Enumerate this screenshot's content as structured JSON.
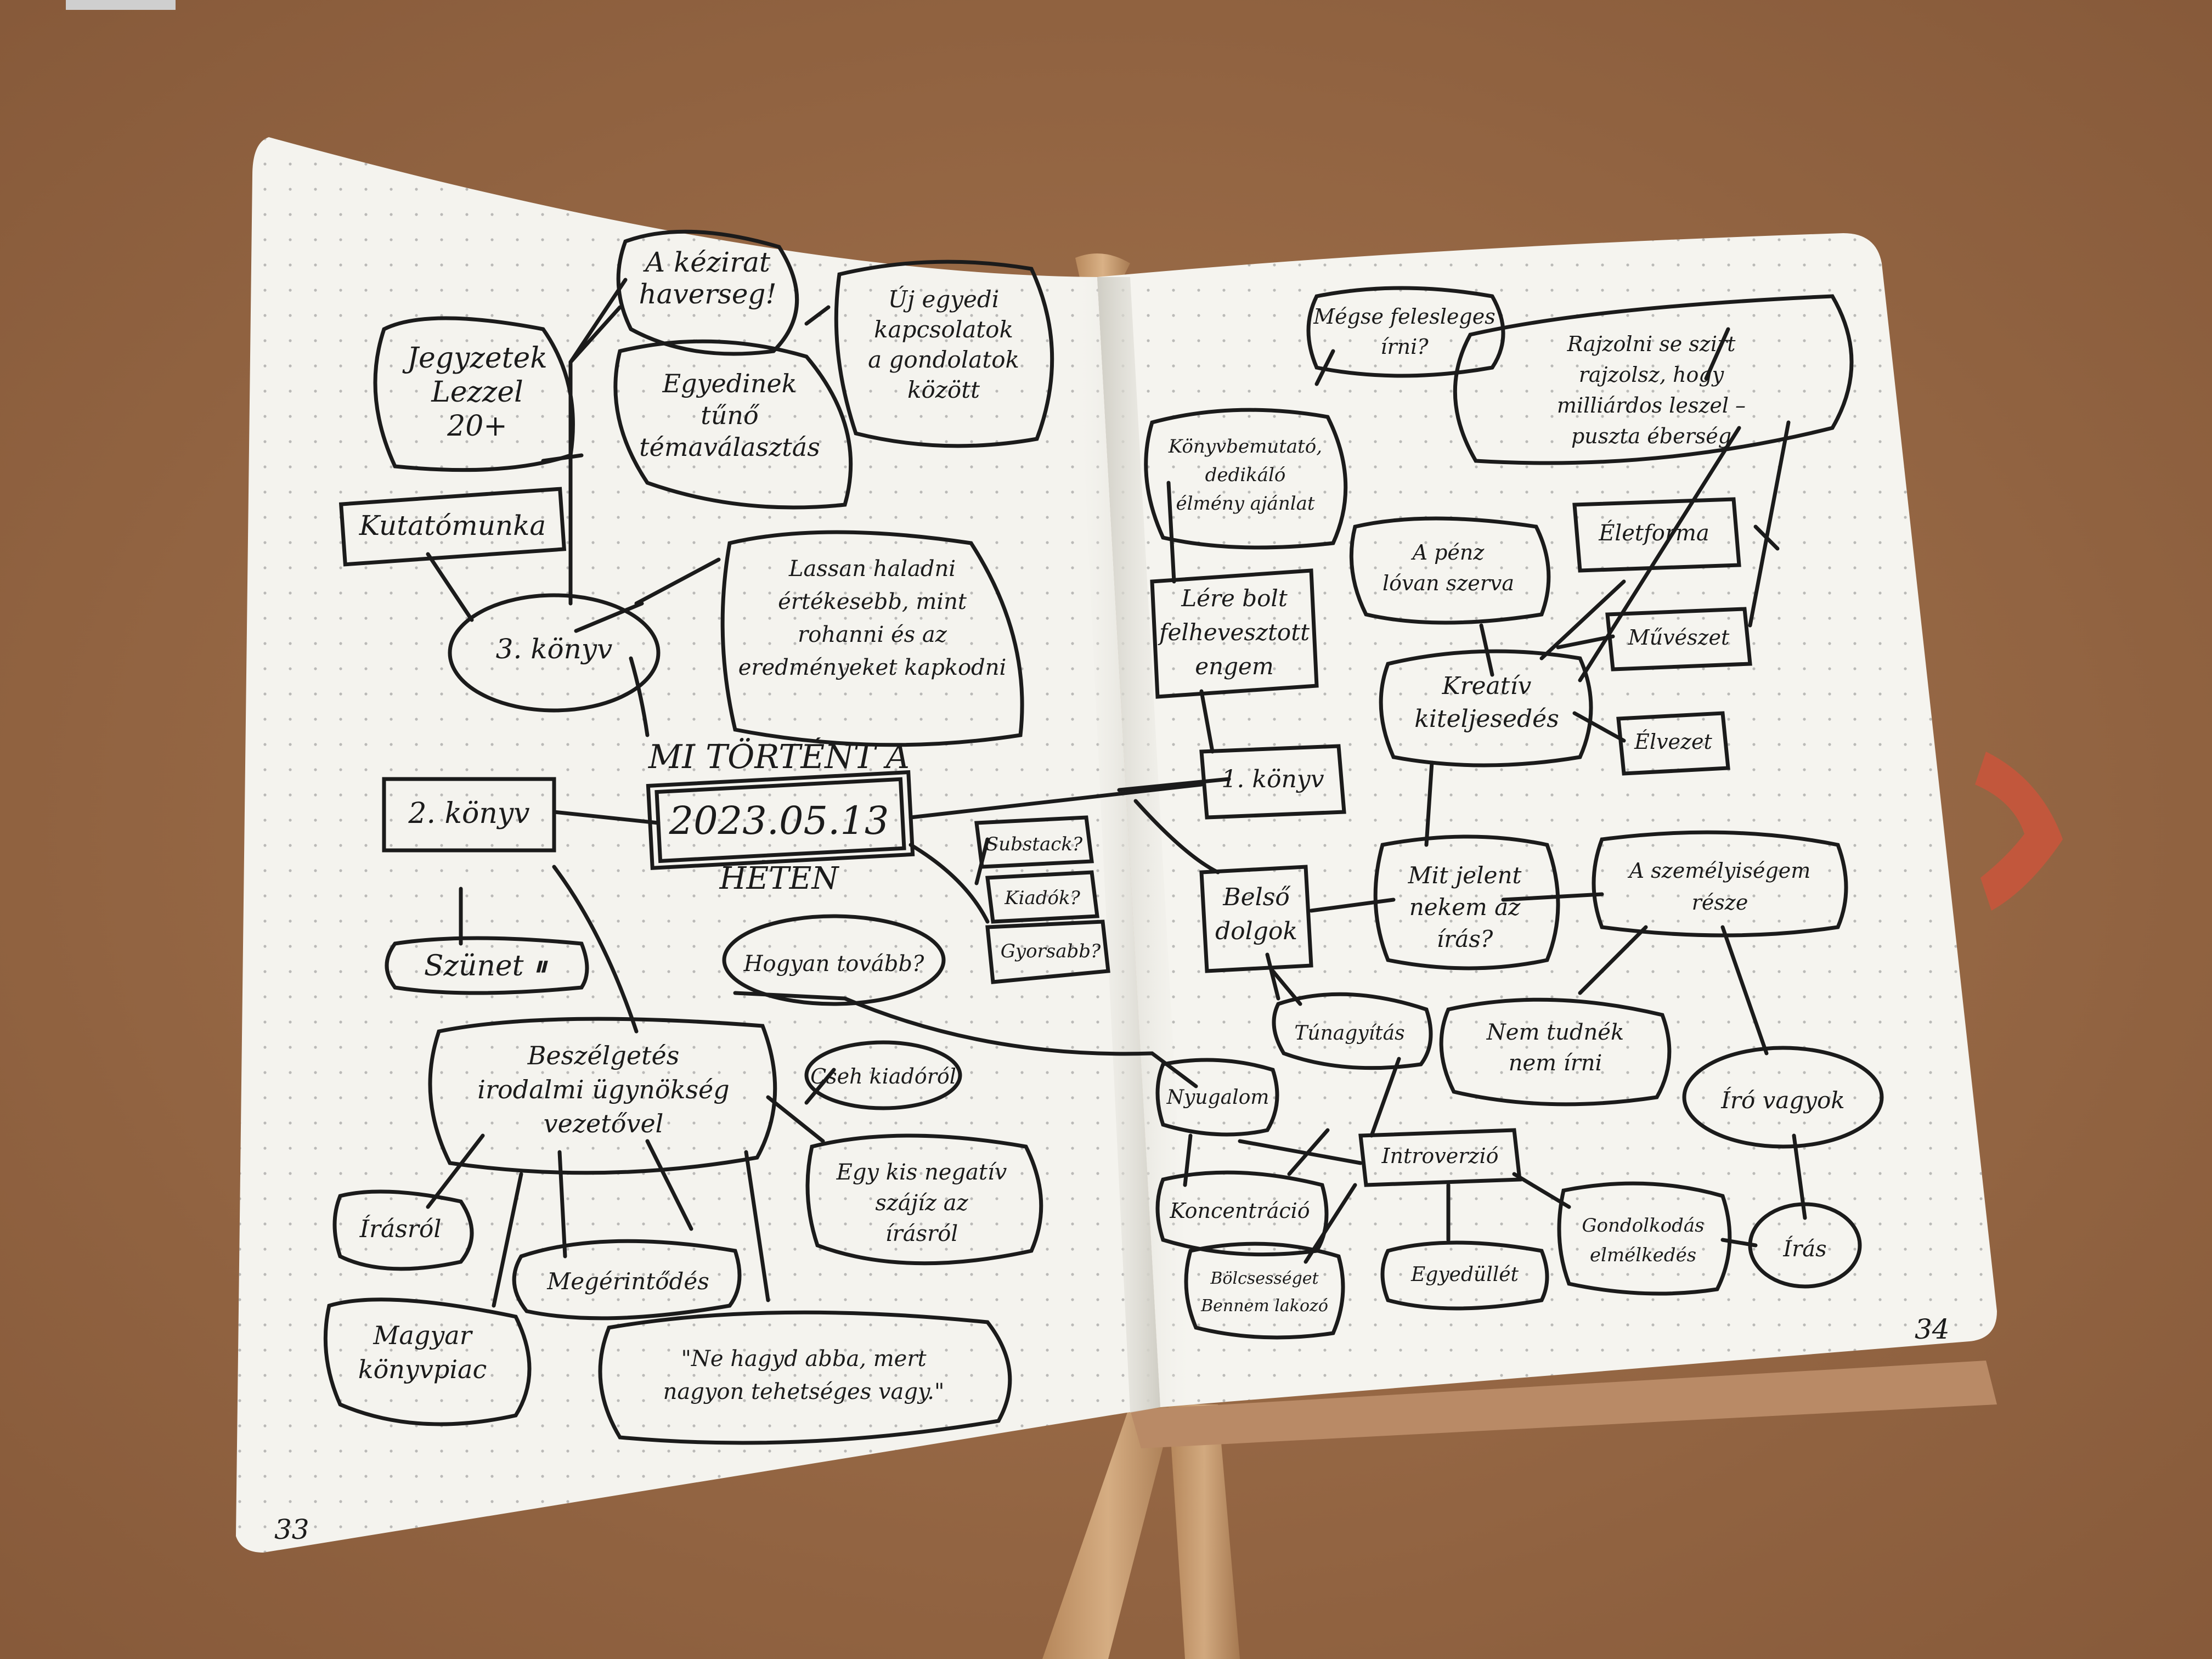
{
  "colors": {
    "cork": "#9a6a46",
    "paper": "#f4f3ee",
    "ink": "#1b1b1b",
    "ribbon_gold": "#c79a6c",
    "band_orange": "#c2573c"
  },
  "left_page": {
    "center": {
      "line1": "MI TÖRTÉNT A",
      "date": "2023.05.13",
      "line2": "HÉTEN"
    },
    "nodes": [
      {
        "id": "jegyzetek",
        "lines": [
          "Jegyzetek",
          "Lezzel",
          "20+"
        ]
      },
      {
        "id": "kutatomunka",
        "lines": [
          "Kutatómunka"
        ]
      },
      {
        "id": "harmadik-konyv",
        "lines": [
          "3. könyv"
        ]
      },
      {
        "id": "kezirat",
        "lines": [
          "A kézirat",
          "haverseg!"
        ]
      },
      {
        "id": "uj-egyedi",
        "lines": [
          "Új egyedi",
          "kapcsolatok",
          "a gondolatok",
          "között"
        ]
      },
      {
        "id": "egyedinek",
        "lines": [
          "Egyedinek",
          "tűnő",
          "témaválasztás"
        ]
      },
      {
        "id": "lassan",
        "lines": [
          "Lassan haladni",
          "értékesebb, mint",
          "rohanni és az",
          "eredményeket kapkodni"
        ]
      },
      {
        "id": "masodik-konyv",
        "lines": [
          "2. könyv"
        ]
      },
      {
        "id": "szunet",
        "lines": [
          "Szünet ⏸"
        ]
      },
      {
        "id": "substack",
        "lines": [
          "Substack?"
        ]
      },
      {
        "id": "kiado",
        "lines": [
          "Kiadók?"
        ]
      },
      {
        "id": "gyorsabb",
        "lines": [
          "Gyorsabb?"
        ]
      },
      {
        "id": "hogyan",
        "lines": [
          "Hogyan tovább?"
        ]
      },
      {
        "id": "beszelgetes",
        "lines": [
          "Beszélgetés",
          "irodalmi ügynökség",
          "vezetővel"
        ]
      },
      {
        "id": "cseh",
        "lines": [
          "Cseh kiadóról"
        ]
      },
      {
        "id": "egy-kis",
        "lines": [
          "Egy kis negatív",
          "szájíz az",
          "írásról"
        ]
      },
      {
        "id": "irasrol",
        "lines": [
          "Írásról"
        ]
      },
      {
        "id": "megerintodes",
        "lines": [
          "Megérintődés"
        ]
      },
      {
        "id": "magyar",
        "lines": [
          "Magyar",
          "könyvpiac"
        ]
      },
      {
        "id": "ne-hagyd",
        "lines": [
          "\"Ne hagyd abba, mert",
          "nagyon tehetséges vagy.\""
        ]
      }
    ],
    "page_number": "33"
  },
  "right_page": {
    "nodes": [
      {
        "id": "megse",
        "lines": [
          "Mégse felesleges",
          "írni?"
        ]
      },
      {
        "id": "rajzolni",
        "lines": [
          "Rajzolni se szirt",
          "rajzolsz, hogy",
          "milliárdos leszel –",
          "puszta éberség"
        ]
      },
      {
        "id": "konyvbemutato",
        "lines": [
          "Könyvbemutató,",
          "dedikáló",
          "élmény ajánlat"
        ]
      },
      {
        "id": "apenz",
        "lines": [
          "A pénz",
          "lóvan szerva"
        ]
      },
      {
        "id": "eletforma",
        "lines": [
          "Életforma"
        ]
      },
      {
        "id": "lere-bolt",
        "lines": [
          "Lére bolt",
          "felhevesztott",
          "engem"
        ]
      },
      {
        "id": "muvesz",
        "lines": [
          "Művészet"
        ]
      },
      {
        "id": "kreativ",
        "lines": [
          "Kreatív",
          "kiteljesedés"
        ]
      },
      {
        "id": "elvezet",
        "lines": [
          "Élvezet"
        ]
      },
      {
        "id": "elso-konyv",
        "lines": [
          "1. könyv"
        ]
      },
      {
        "id": "belso",
        "lines": [
          "Belső",
          "dolgok"
        ]
      },
      {
        "id": "mit-jelent",
        "lines": [
          "Mit jelent",
          "nekem az",
          "írás?"
        ]
      },
      {
        "id": "szemelyiseg",
        "lines": [
          "A személyiségem",
          "része"
        ]
      },
      {
        "id": "tunagysag",
        "lines": [
          "Túnagyítás"
        ]
      },
      {
        "id": "nem-tudnek",
        "lines": [
          "Nem tudnék",
          "nem írni"
        ]
      },
      {
        "id": "iro-vagyok",
        "lines": [
          "Író vagyok"
        ]
      },
      {
        "id": "nyugalom",
        "lines": [
          "Nyugalom"
        ]
      },
      {
        "id": "introverzio",
        "lines": [
          "Introverzió"
        ]
      },
      {
        "id": "koncentrac",
        "lines": [
          "Koncentráció"
        ]
      },
      {
        "id": "gondolkodas",
        "lines": [
          "Gondolkodás",
          "elmélkedés"
        ]
      },
      {
        "id": "iras",
        "lines": [
          "Írás"
        ]
      },
      {
        "id": "bolcsesseg",
        "lines": [
          "Bölcsességet",
          "Bennem lakozó"
        ]
      },
      {
        "id": "egyedullet",
        "lines": [
          "Egyedüllét"
        ]
      }
    ],
    "page_number": "34"
  }
}
